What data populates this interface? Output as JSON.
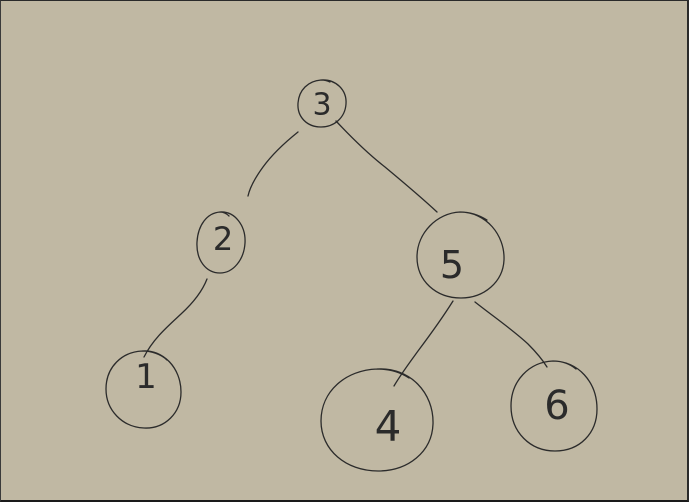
{
  "diagram": {
    "type": "binary-tree",
    "background": "#c0b8a3",
    "ink": "#2b2b2b",
    "nodes": [
      {
        "id": "n3",
        "label": "3"
      },
      {
        "id": "n2",
        "label": "2"
      },
      {
        "id": "n5",
        "label": "5"
      },
      {
        "id": "n1",
        "label": "1"
      },
      {
        "id": "n4",
        "label": "4"
      },
      {
        "id": "n6",
        "label": "6"
      }
    ],
    "edges": [
      {
        "from": "n3",
        "to": "n2"
      },
      {
        "from": "n3",
        "to": "n5"
      },
      {
        "from": "n2",
        "to": "n1"
      },
      {
        "from": "n5",
        "to": "n4"
      },
      {
        "from": "n5",
        "to": "n6"
      }
    ]
  }
}
